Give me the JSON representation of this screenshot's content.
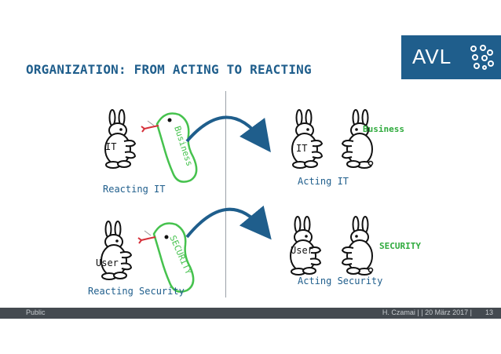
{
  "slide": {
    "title": "ORGANIZATION: FROM ACTING TO REACTING",
    "logo_text": "AVL"
  },
  "quadrants": {
    "top_left": {
      "caption": "Reacting IT",
      "rabbit_label": "IT",
      "snake_text": "Business"
    },
    "top_right": {
      "caption": "Acting IT",
      "rabbit_label": "IT",
      "partner_label": "Business"
    },
    "bottom_left": {
      "caption": "Reacting Security",
      "rabbit_label": "User",
      "snake_text": "SECURITY"
    },
    "bottom_right": {
      "caption": "Acting Security",
      "rabbit_label": "User",
      "partner_label": "SECURITY"
    }
  },
  "footer": {
    "classification": "Public",
    "meta": "H. Czamai | | 20 März 2017 |",
    "page_number": "13"
  },
  "colors": {
    "title_blue": "#1f5e8c",
    "logo_bg": "#1f5e8c",
    "snake_green": "#46c24e",
    "label_green": "#2eaa3c",
    "arrow_blue": "#1f5e8c",
    "footer_bg": "#444a50"
  }
}
